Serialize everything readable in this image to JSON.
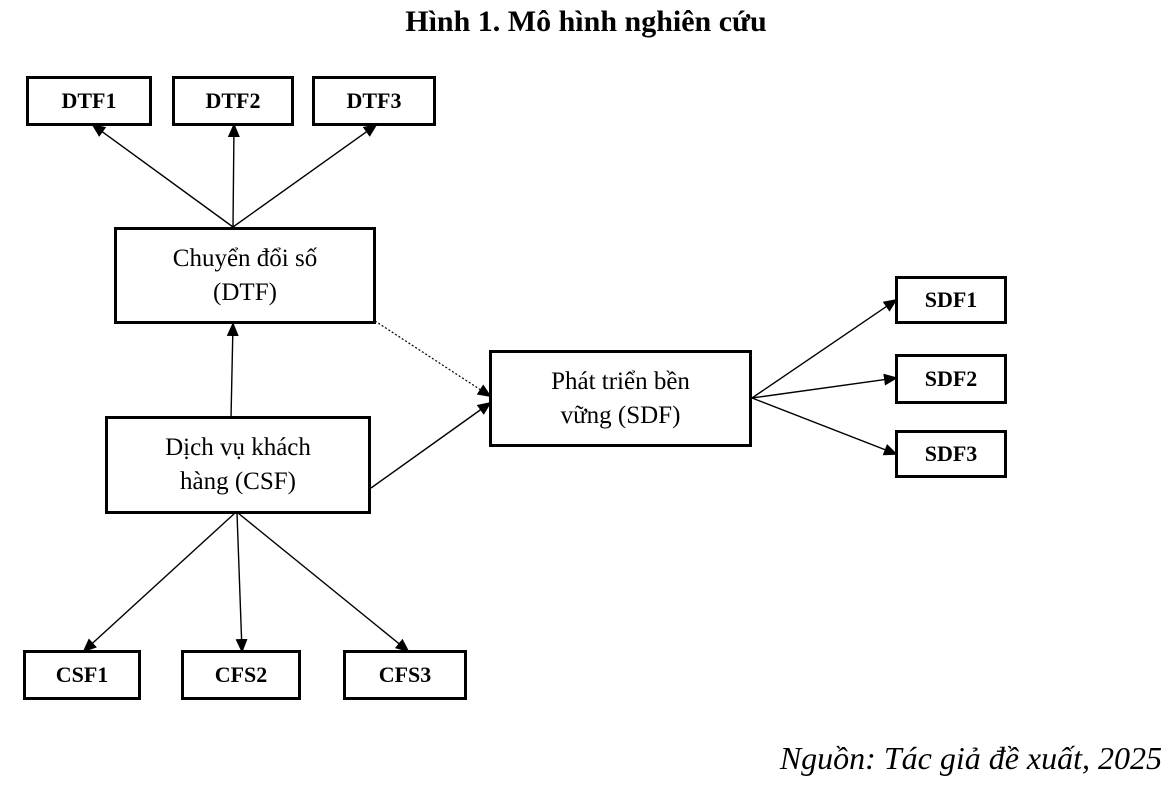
{
  "title": "Hình 1. Mô hình nghiên cứu",
  "source": "Nguồn: Tác giả đề xuất, 2025",
  "nodes": {
    "dtf": {
      "label": "Chuyển đổi số (DTF)",
      "line1": "Chuyển đổi số",
      "line2": "(DTF)"
    },
    "csf": {
      "label": "Dịch vụ khách hàng (CSF)",
      "line1": "Dịch vụ khách",
      "line2": "hàng (CSF)"
    },
    "sdf": {
      "label": "Phát triển bền vững (SDF)",
      "line1": "Phát triển bền",
      "line2": "vững (SDF)"
    }
  },
  "indicators": {
    "dtf": [
      "DTF1",
      "DTF2",
      "DTF3"
    ],
    "csf": [
      "CSF1",
      "CFS2",
      "CFS3"
    ],
    "sdf": [
      "SDF1",
      "SDF2",
      "SDF3"
    ]
  },
  "edges": [
    {
      "from": "Chuyển đổi số (DTF)",
      "to": "DTF1",
      "style": "solid"
    },
    {
      "from": "Chuyển đổi số (DTF)",
      "to": "DTF2",
      "style": "solid"
    },
    {
      "from": "Chuyển đổi số (DTF)",
      "to": "DTF3",
      "style": "solid"
    },
    {
      "from": "Dịch vụ khách hàng (CSF)",
      "to": "Chuyển đổi số (DTF)",
      "style": "solid"
    },
    {
      "from": "Chuyển đổi số (DTF)",
      "to": "Phát triển bền vững (SDF)",
      "style": "dotted"
    },
    {
      "from": "Dịch vụ khách hàng (CSF)",
      "to": "Phát triển bền vững (SDF)",
      "style": "solid"
    },
    {
      "from": "Dịch vụ khách hàng (CSF)",
      "to": "CSF1",
      "style": "solid"
    },
    {
      "from": "Dịch vụ khách hàng (CSF)",
      "to": "CFS2",
      "style": "solid"
    },
    {
      "from": "Dịch vụ khách hàng (CSF)",
      "to": "CFS3",
      "style": "solid"
    },
    {
      "from": "Phát triển bền vững (SDF)",
      "to": "SDF1",
      "style": "solid"
    },
    {
      "from": "Phát triển bền vững (SDF)",
      "to": "SDF2",
      "style": "solid"
    },
    {
      "from": "Phát triển bền vững (SDF)",
      "to": "SDF3",
      "style": "solid"
    }
  ],
  "colors": {
    "stroke": "#000000",
    "background": "#ffffff",
    "text": "#000000"
  }
}
